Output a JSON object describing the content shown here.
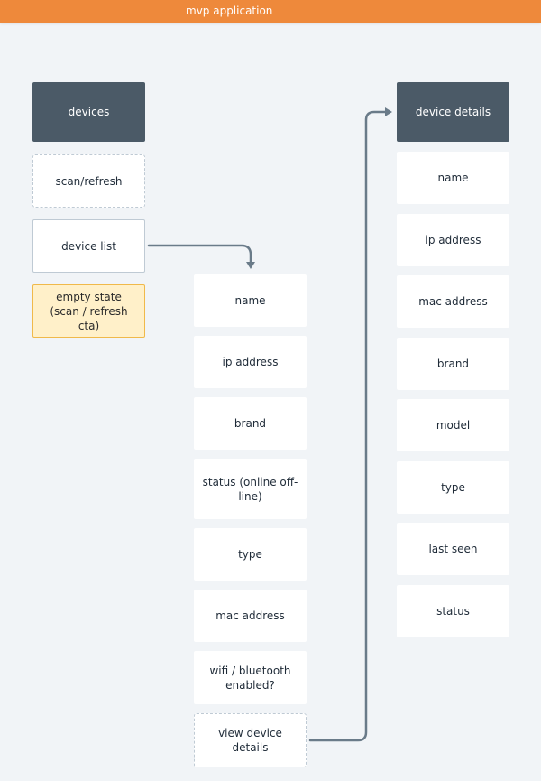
{
  "app": {
    "title": "mvp application"
  },
  "devices_column": {
    "header": "devices",
    "scan": "scan/refresh",
    "list": "device list",
    "empty": "empty state (scan / refresh cta)"
  },
  "list_column": {
    "fields": [
      "name",
      "ip address",
      "brand",
      "status (online off-line)",
      "type",
      "mac address",
      "wifi / bluetooth enabled?"
    ],
    "action": "view device details"
  },
  "details_column": {
    "header": "device details",
    "fields": [
      "name",
      "ip address",
      "mac address",
      "brand",
      "model",
      "type",
      "last seen",
      "status"
    ]
  },
  "colors": {
    "header_bar": "#ee893b",
    "dark_node": "#4b5a67",
    "warning_fill": "#fff0c9",
    "warning_border": "#f0b94a",
    "connector": "#6a7b89"
  }
}
